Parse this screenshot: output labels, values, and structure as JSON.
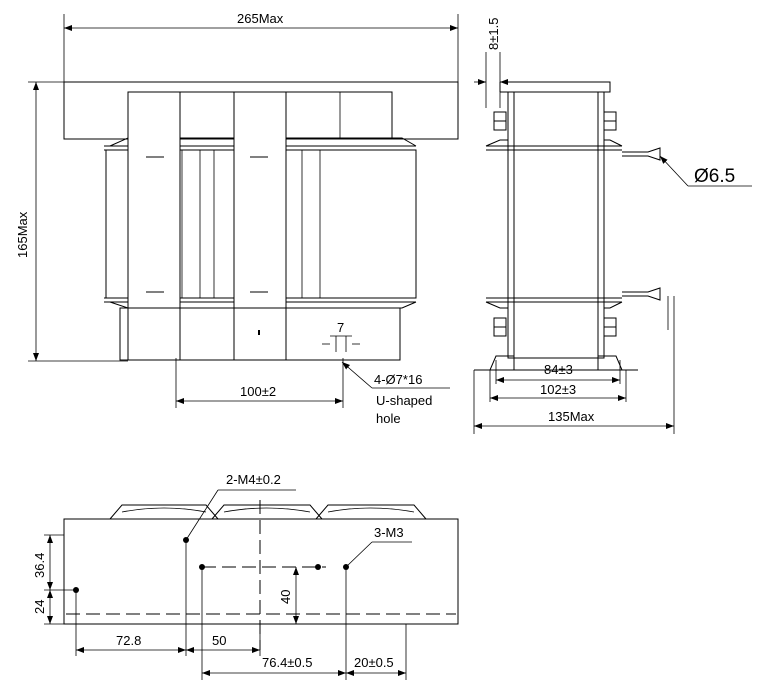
{
  "front_view": {
    "overall_width": "265Max",
    "overall_height": "165Max",
    "mount_spacing": "100±2",
    "slot_width": "7",
    "hole_callout_1": "4-Ø7*16",
    "hole_callout_2": "U-shaped",
    "hole_callout_3": "hole"
  },
  "side_view": {
    "terminal_offset": "8±1.5",
    "terminal_hole": "Ø6.5",
    "inner_width": "84±3",
    "mid_width": "102±3",
    "overall_depth": "135Max"
  },
  "top_view": {
    "thread_2": "2-M4±0.2",
    "thread_3": "3-M3",
    "height_upper": "36.4",
    "height_lower": "24",
    "vertical_spacing": "40",
    "offset_left": "72.8",
    "offset_mid": "50",
    "hole_span": "76.4±0.5",
    "edge_offset": "20±0.5"
  }
}
